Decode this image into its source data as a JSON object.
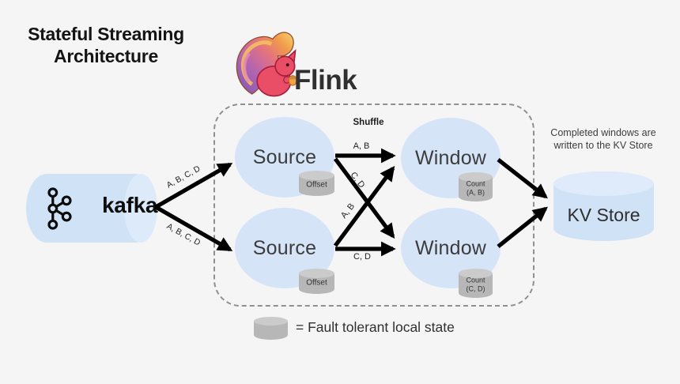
{
  "title": {
    "text": "Stateful Streaming Architecture"
  },
  "flink": {
    "wordmark": "Flink"
  },
  "kafka": {
    "label": "kafka"
  },
  "cluster": {
    "shuffle_label": "Shuffle",
    "source_top": {
      "label": "Source",
      "state_label": "Offset"
    },
    "source_bottom": {
      "label": "Source",
      "state_label": "Offset"
    },
    "window_top": {
      "label": "Window",
      "state_line1": "Count",
      "state_line2": "(A, B)"
    },
    "window_bottom": {
      "label": "Window",
      "state_line1": "Count",
      "state_line2": "(C, D)"
    }
  },
  "edges": {
    "kafka_to_source_top": "A, B, C, D",
    "kafka_to_source_bottom": "A, B, C, D",
    "source_top_to_window_top": "A, B",
    "source_top_to_window_bottom": "C, D",
    "source_bottom_to_window_top": "A, B",
    "source_bottom_to_window_bottom": "C, D"
  },
  "kv_store": {
    "label": "KV Store",
    "caption": "Completed windows are written to the KV Store"
  },
  "legend": {
    "label": "= Fault tolerant local state"
  },
  "colors": {
    "background": "#f5f5f6",
    "node_fill": "#d5e4f7",
    "node_cap": "#dfeafa",
    "state_fill": "#b7b7b7",
    "state_cap": "#cbcbcb",
    "arrow": "#000000",
    "dashed_border": "#8f8f8f",
    "flink_body": "#ea4d66",
    "flink_tail_purple": "#7a57b4",
    "flink_tail_orange": "#f29a4b"
  }
}
